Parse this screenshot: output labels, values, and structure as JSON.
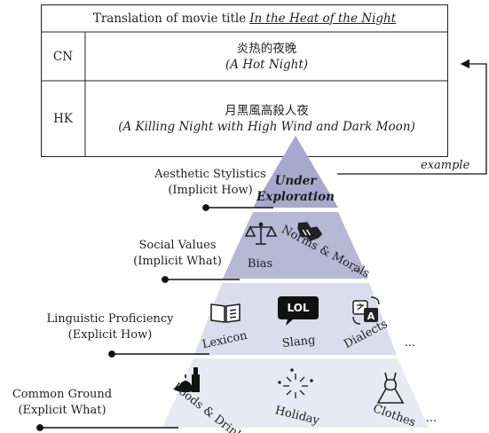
{
  "table": {
    "title_prefix": "Translation of movie title",
    "title_movie": "In the Heat of the Night",
    "rows": [
      {
        "region": "CN",
        "native": "炎热的夜晚",
        "gloss": "(A Hot Night)"
      },
      {
        "region": "HK",
        "native": "月黑風高殺人夜",
        "gloss": "(A Killing Night with High Wind and Dark Moon)"
      }
    ]
  },
  "arrow_label": "example",
  "pyramid": {
    "top": {
      "text_line1": "Under",
      "text_line2": "Exploration",
      "text_color": "#c0132a",
      "fill": "#a9a7cc"
    },
    "tiers": [
      {
        "items": [
          "Bias",
          "Norms & Morals",
          "..."
        ],
        "fill": "#b8b7d6"
      },
      {
        "items": [
          "Lexicon",
          "Slang",
          "Dialects",
          "..."
        ],
        "fill": "#dcdcec"
      },
      {
        "items": [
          "Foods & Drink",
          "Holiday",
          "Clothes",
          "..."
        ],
        "fill": "#e9e9f3"
      }
    ]
  },
  "levels": [
    {
      "line1": "Aesthetic Stylistics",
      "line2": "(Implicit How)"
    },
    {
      "line1": "Social Values",
      "line2": "(Implicit What)"
    },
    {
      "line1": "Linguistic Proficiency",
      "line2": "(Explicit How)"
    },
    {
      "line1": "Common Ground",
      "line2": "(Explicit What)"
    }
  ],
  "icons": {
    "scale": "balance-scale-icon",
    "handshake": "handshake-icon",
    "book": "book-icon",
    "lol": "LOL",
    "translate": "translate-icon",
    "food": "food-drink-icon",
    "fireworks": "fireworks-icon",
    "dress": "dress-icon"
  }
}
